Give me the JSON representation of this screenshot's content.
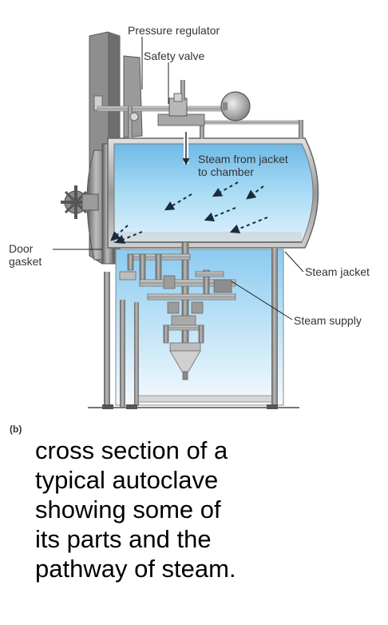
{
  "labels": {
    "pressure_regulator": "Pressure regulator",
    "safety_valve": "Safety valve",
    "steam_from_jacket_line1": "Steam from jacket",
    "steam_from_jacket_line2": "to chamber",
    "door_gasket_line1": "Door",
    "door_gasket_line2": "gasket",
    "steam_jacket": "Steam jacket",
    "steam_supply": "Steam supply"
  },
  "panel_tag": "(b)",
  "caption_lines": [
    "cross section of a",
    "typical autoclave",
    "showing some of",
    "its parts and the",
    "pathway of steam."
  ],
  "colors": {
    "chamber_blue": "#9ed4f2",
    "chamber_light": "#d9eefb",
    "metal_dark": "#6c6c6c",
    "metal_mid": "#a3a3a3",
    "metal_light": "#d8d8d8",
    "steam_arrow": "#1a2b3a"
  }
}
